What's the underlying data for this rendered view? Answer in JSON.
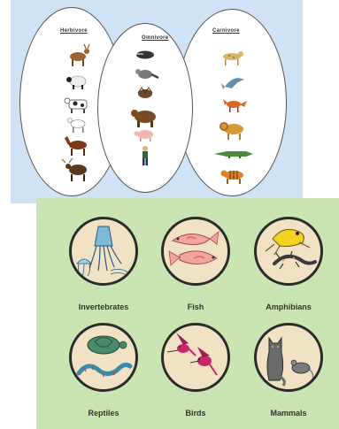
{
  "diet_chart": {
    "titles": {
      "herbivore": "Herbivore",
      "omnivore": "Omnivore",
      "carnivore": "Carnivore"
    },
    "herbivore_icons": [
      "deer-icon",
      "sheep-icon",
      "cow-icon",
      "goat-icon",
      "horse-icon",
      "moose-icon"
    ],
    "omnivore_icons": [
      "badger-icon",
      "raccoon-icon",
      "hedgehog-icon",
      "bear-icon",
      "pig-icon",
      "human-icon"
    ],
    "carnivore_icons": [
      "cheetah-icon",
      "dolphin-icon",
      "fox-icon",
      "lion-icon",
      "crocodile-icon",
      "tiger-icon"
    ]
  },
  "animal_classes": [
    {
      "label": "Invertebrates",
      "icon": "squid-jellyfish-icon"
    },
    {
      "label": "Fish",
      "icon": "koi-fish-icon"
    },
    {
      "label": "Amphibians",
      "icon": "frog-salamander-icon"
    },
    {
      "label": "Reptiles",
      "icon": "turtle-snake-icon"
    },
    {
      "label": "Birds",
      "icon": "hummingbird-icon"
    },
    {
      "label": "Mammals",
      "icon": "cat-mouse-icon"
    }
  ],
  "colors": {
    "diet_background": "#cfe3f4",
    "class_background": "#c9e5b4",
    "circle_fill": "#f1e2c6"
  }
}
